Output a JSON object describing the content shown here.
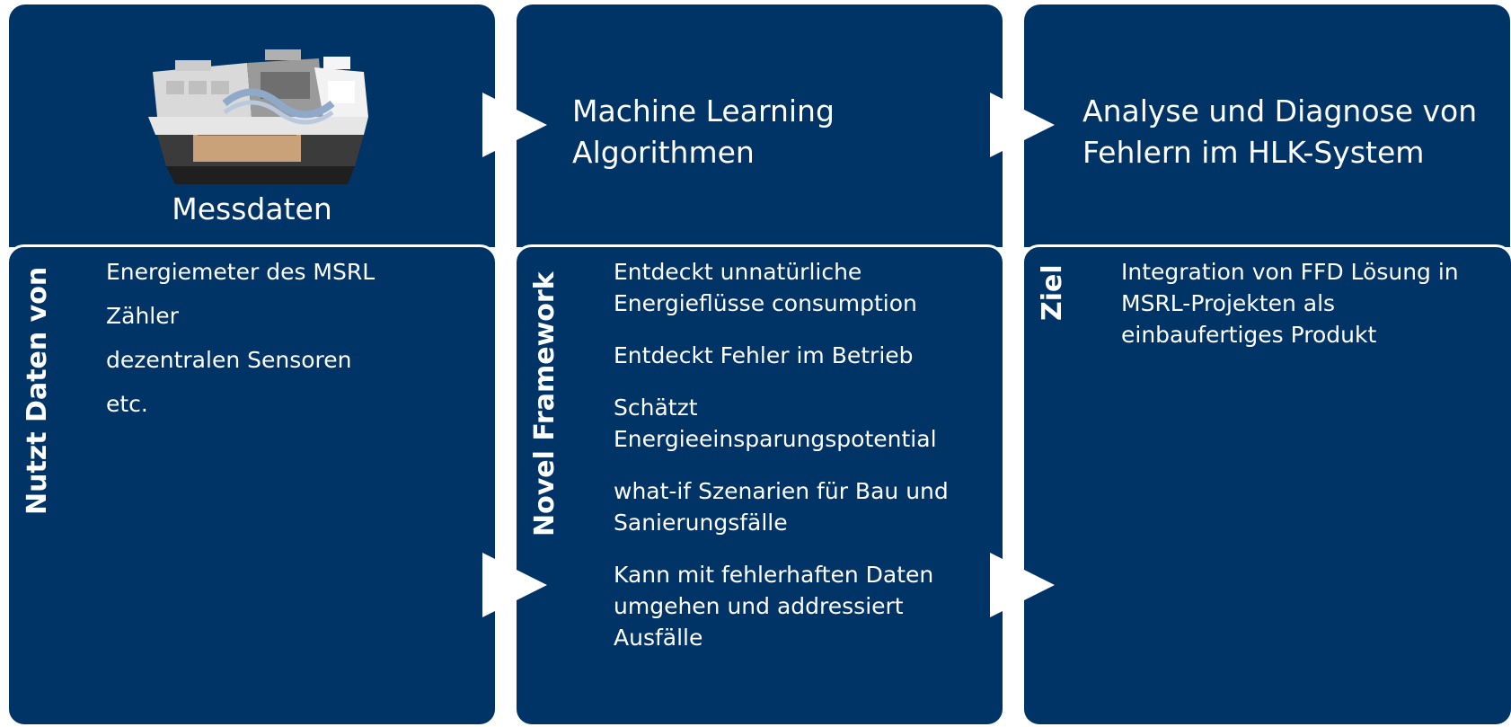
{
  "column1": {
    "top_label": "Messdaten",
    "side_label": "Nutzt Daten von",
    "items": [
      "Energiemeter des MSRL",
      "Zähler",
      "dezentralen Sensoren",
      "etc."
    ]
  },
  "column2": {
    "top_title": "Machine Learning Algorithmen",
    "side_label": "Novel Framework",
    "items": [
      "Entdeckt unnatürliche Energieflüsse consumption",
      "Entdeckt Fehler im Betrieb",
      "Schätzt Energieeinsparungspotential",
      "what-if Szenarien für Bau und Sanierungsfälle",
      "Kann mit fehlerhaften Daten umgehen und addressiert Ausfälle"
    ]
  },
  "column3": {
    "top_title": "Analyse und Diagnose von Fehlern im HLK-System",
    "side_label": "Ziel",
    "items": [
      "Integration von FFD Lösung in MSRL-Projekten als einbaufertiges Produkt"
    ]
  },
  "colors": {
    "box": "#003366",
    "arrow": "#ffffff",
    "text": "#ffffff"
  }
}
